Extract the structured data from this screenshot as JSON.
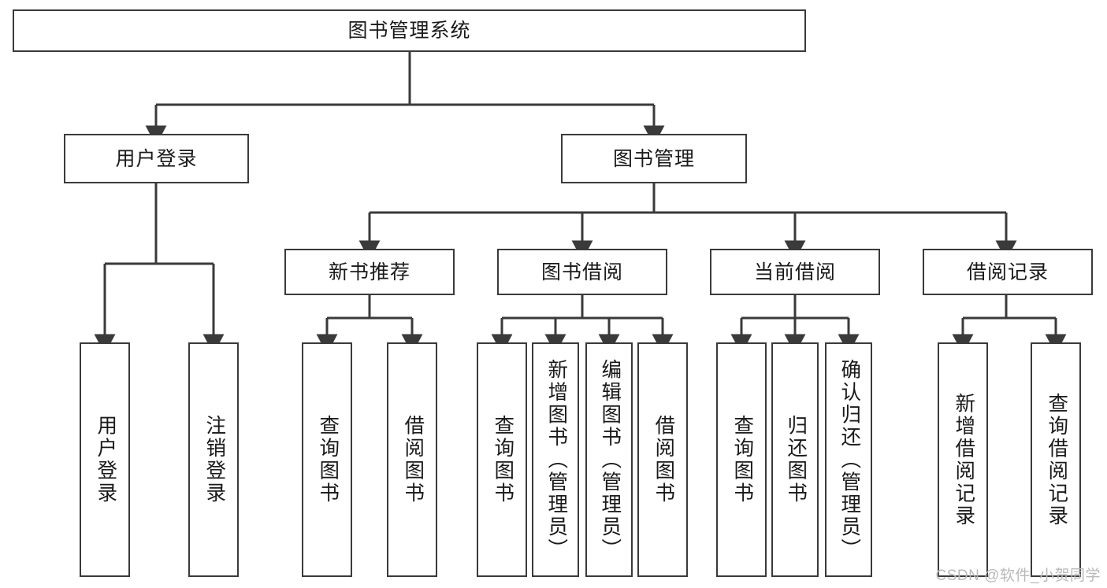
{
  "diagram": {
    "title": "图书管理系统",
    "type": "tree",
    "orientation": "top-down",
    "colors": {
      "background": "#ffffff",
      "node_border": "#3a3a3a",
      "node_fill": "#ffffff",
      "connector": "#3a3a3a",
      "text": "#1a1a1a",
      "watermark": "#b9b9b9"
    },
    "levels": [
      {
        "level": 1,
        "nodes": [
          {
            "id": "root",
            "label": "图书管理系统",
            "orientation": "horizontal"
          }
        ]
      },
      {
        "level": 2,
        "nodes": [
          {
            "id": "login",
            "label": "用户登录",
            "orientation": "horizontal",
            "parent": "root"
          },
          {
            "id": "bookmgmt",
            "label": "图书管理",
            "orientation": "horizontal",
            "parent": "root"
          }
        ]
      },
      {
        "level": 3,
        "nodes": [
          {
            "id": "newbook",
            "label": "新书推荐",
            "orientation": "horizontal",
            "parent": "bookmgmt"
          },
          {
            "id": "borrow",
            "label": "图书借阅",
            "orientation": "horizontal",
            "parent": "bookmgmt"
          },
          {
            "id": "current",
            "label": "当前借阅",
            "orientation": "horizontal",
            "parent": "bookmgmt"
          },
          {
            "id": "records",
            "label": "借阅记录",
            "orientation": "horizontal",
            "parent": "bookmgmt"
          }
        ]
      },
      {
        "level": 4,
        "nodes": [
          {
            "id": "leaf-user-login",
            "label": "用户登录",
            "orientation": "vertical",
            "parent": "login"
          },
          {
            "id": "leaf-user-logout",
            "label": "注销登录",
            "orientation": "vertical",
            "parent": "login"
          },
          {
            "id": "leaf-query-book-1",
            "label": "查询图书",
            "orientation": "vertical",
            "parent": "newbook"
          },
          {
            "id": "leaf-borrow-book-1",
            "label": "借阅图书",
            "orientation": "vertical",
            "parent": "newbook"
          },
          {
            "id": "leaf-query-book-2",
            "label": "查询图书",
            "orientation": "vertical",
            "parent": "borrow"
          },
          {
            "id": "leaf-add-book",
            "label": "新增图书（管理员）",
            "orientation": "vertical",
            "parent": "borrow"
          },
          {
            "id": "leaf-edit-book",
            "label": "编辑图书（管理员）",
            "orientation": "vertical",
            "parent": "borrow"
          },
          {
            "id": "leaf-borrow-book-2",
            "label": "借阅图书",
            "orientation": "vertical",
            "parent": "borrow"
          },
          {
            "id": "leaf-query-book-3",
            "label": "查询图书",
            "orientation": "vertical",
            "parent": "current"
          },
          {
            "id": "leaf-return-book",
            "label": "归还图书",
            "orientation": "vertical",
            "parent": "current"
          },
          {
            "id": "leaf-confirm-return",
            "label": "确认归还（管理员）",
            "orientation": "vertical",
            "parent": "current"
          },
          {
            "id": "leaf-add-record",
            "label": "新增借阅记录",
            "orientation": "vertical",
            "parent": "records"
          },
          {
            "id": "leaf-query-record",
            "label": "查询借阅记录",
            "orientation": "vertical",
            "parent": "records"
          }
        ]
      }
    ],
    "watermark": "CSDN @软件_小贺同学"
  }
}
